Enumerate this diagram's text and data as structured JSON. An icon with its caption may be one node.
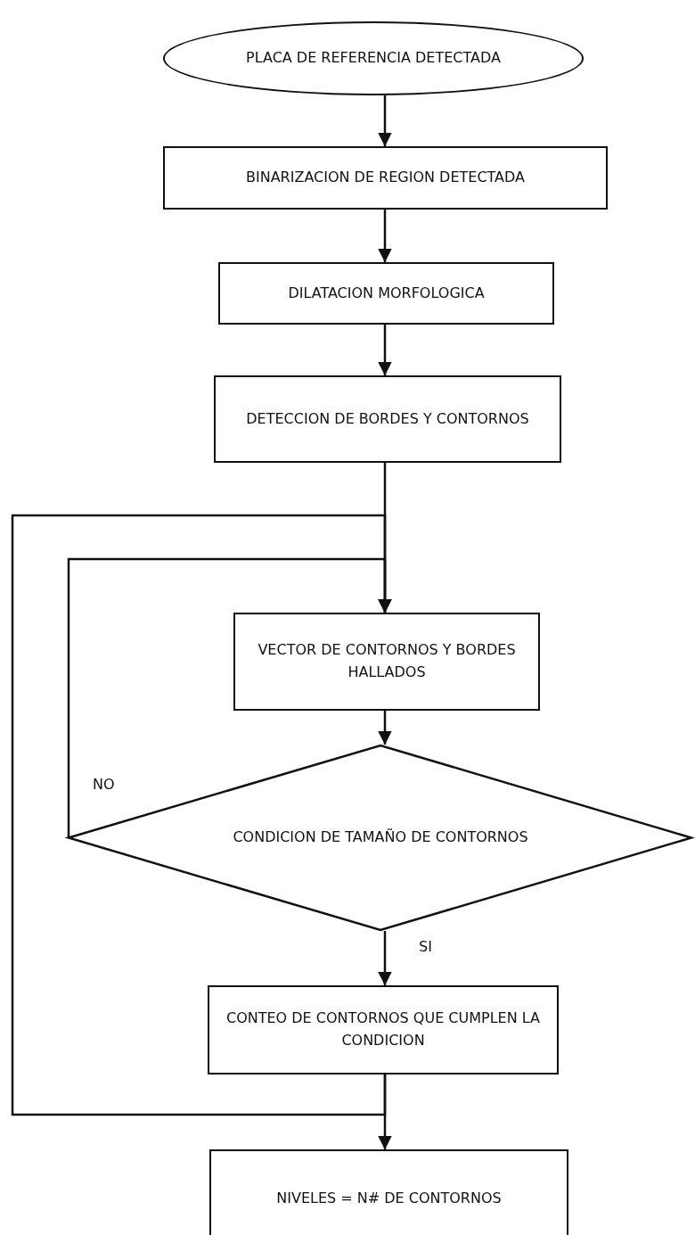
{
  "diagram": {
    "nodes": [
      {
        "text": [
          "PLACA DE REFERENCIA DETECTADA"
        ]
      },
      {
        "text": [
          "BINARIZACION DE REGION DETECTADA"
        ]
      },
      {
        "text": [
          "DILATACION MORFOLOGICA"
        ]
      },
      {
        "text": [
          "DETECCION DE BORDES Y CONTORNOS"
        ]
      },
      {
        "text": [
          "VECTOR DE CONTORNOS Y BORDES HALLADOS"
        ]
      },
      {
        "text": [
          "CONDICION DE TAMAÑO DE CONTORNOS"
        ]
      },
      {
        "text": [
          "CONTEO DE CONTORNOS QUE CUMPLEN LA CONDICION"
        ]
      },
      {
        "text": [
          "NIVELES = N# DE CONTORNOS"
        ]
      }
    ],
    "edges": [
      {
        "from": 0,
        "to": 1,
        "arrow": "to"
      },
      {
        "from": 1,
        "to": 2,
        "arrow": "to"
      },
      {
        "from": 2,
        "to": 3,
        "arrow": "to"
      },
      {
        "from": 3,
        "to": 4,
        "arrow": "to"
      },
      {
        "from": 4,
        "to": 5,
        "arrow": "to"
      },
      {
        "from": 5,
        "to": 6,
        "arrow": "to",
        "label": "SI"
      },
      {
        "from": 5,
        "to": 4,
        "arrow": "to",
        "label": "NO"
      },
      {
        "from": 6,
        "to": 4,
        "arrow": "to"
      },
      {
        "from": 6,
        "to": 7,
        "arrow": "to"
      }
    ]
  }
}
